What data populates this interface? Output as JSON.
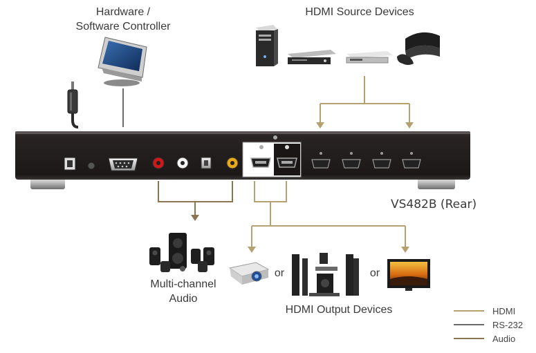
{
  "labels": {
    "controller_line1": "Hardware /",
    "controller_line2": "Software Controller",
    "sources": "HDMI Source Devices",
    "model": "VS482B (Rear)",
    "audio_line1": "Multi-channel",
    "audio_line2": "Audio",
    "outputs": "HDMI Output Devices",
    "or_1": "or",
    "or_2": "or"
  },
  "legend": [
    {
      "label": "HDMI",
      "color": "#b5a06f"
    },
    {
      "label": "RS-232",
      "color": "#6b6b6b"
    },
    {
      "label": "Audio",
      "color": "#8a7550"
    }
  ],
  "colors": {
    "hdmi_line": "#b5a06f",
    "rs232_line": "#6b6b6b",
    "audio_line": "#8a7550",
    "device_body": "#1e1a1a"
  },
  "icons": [
    "power-adapter-icon",
    "touch-panel-icon",
    "pc-tower-icon",
    "dvd-player-icon",
    "set-top-box-icon",
    "game-console-icon",
    "speaker-system-icon",
    "projector-icon",
    "home-theater-icon",
    "tv-icon"
  ]
}
